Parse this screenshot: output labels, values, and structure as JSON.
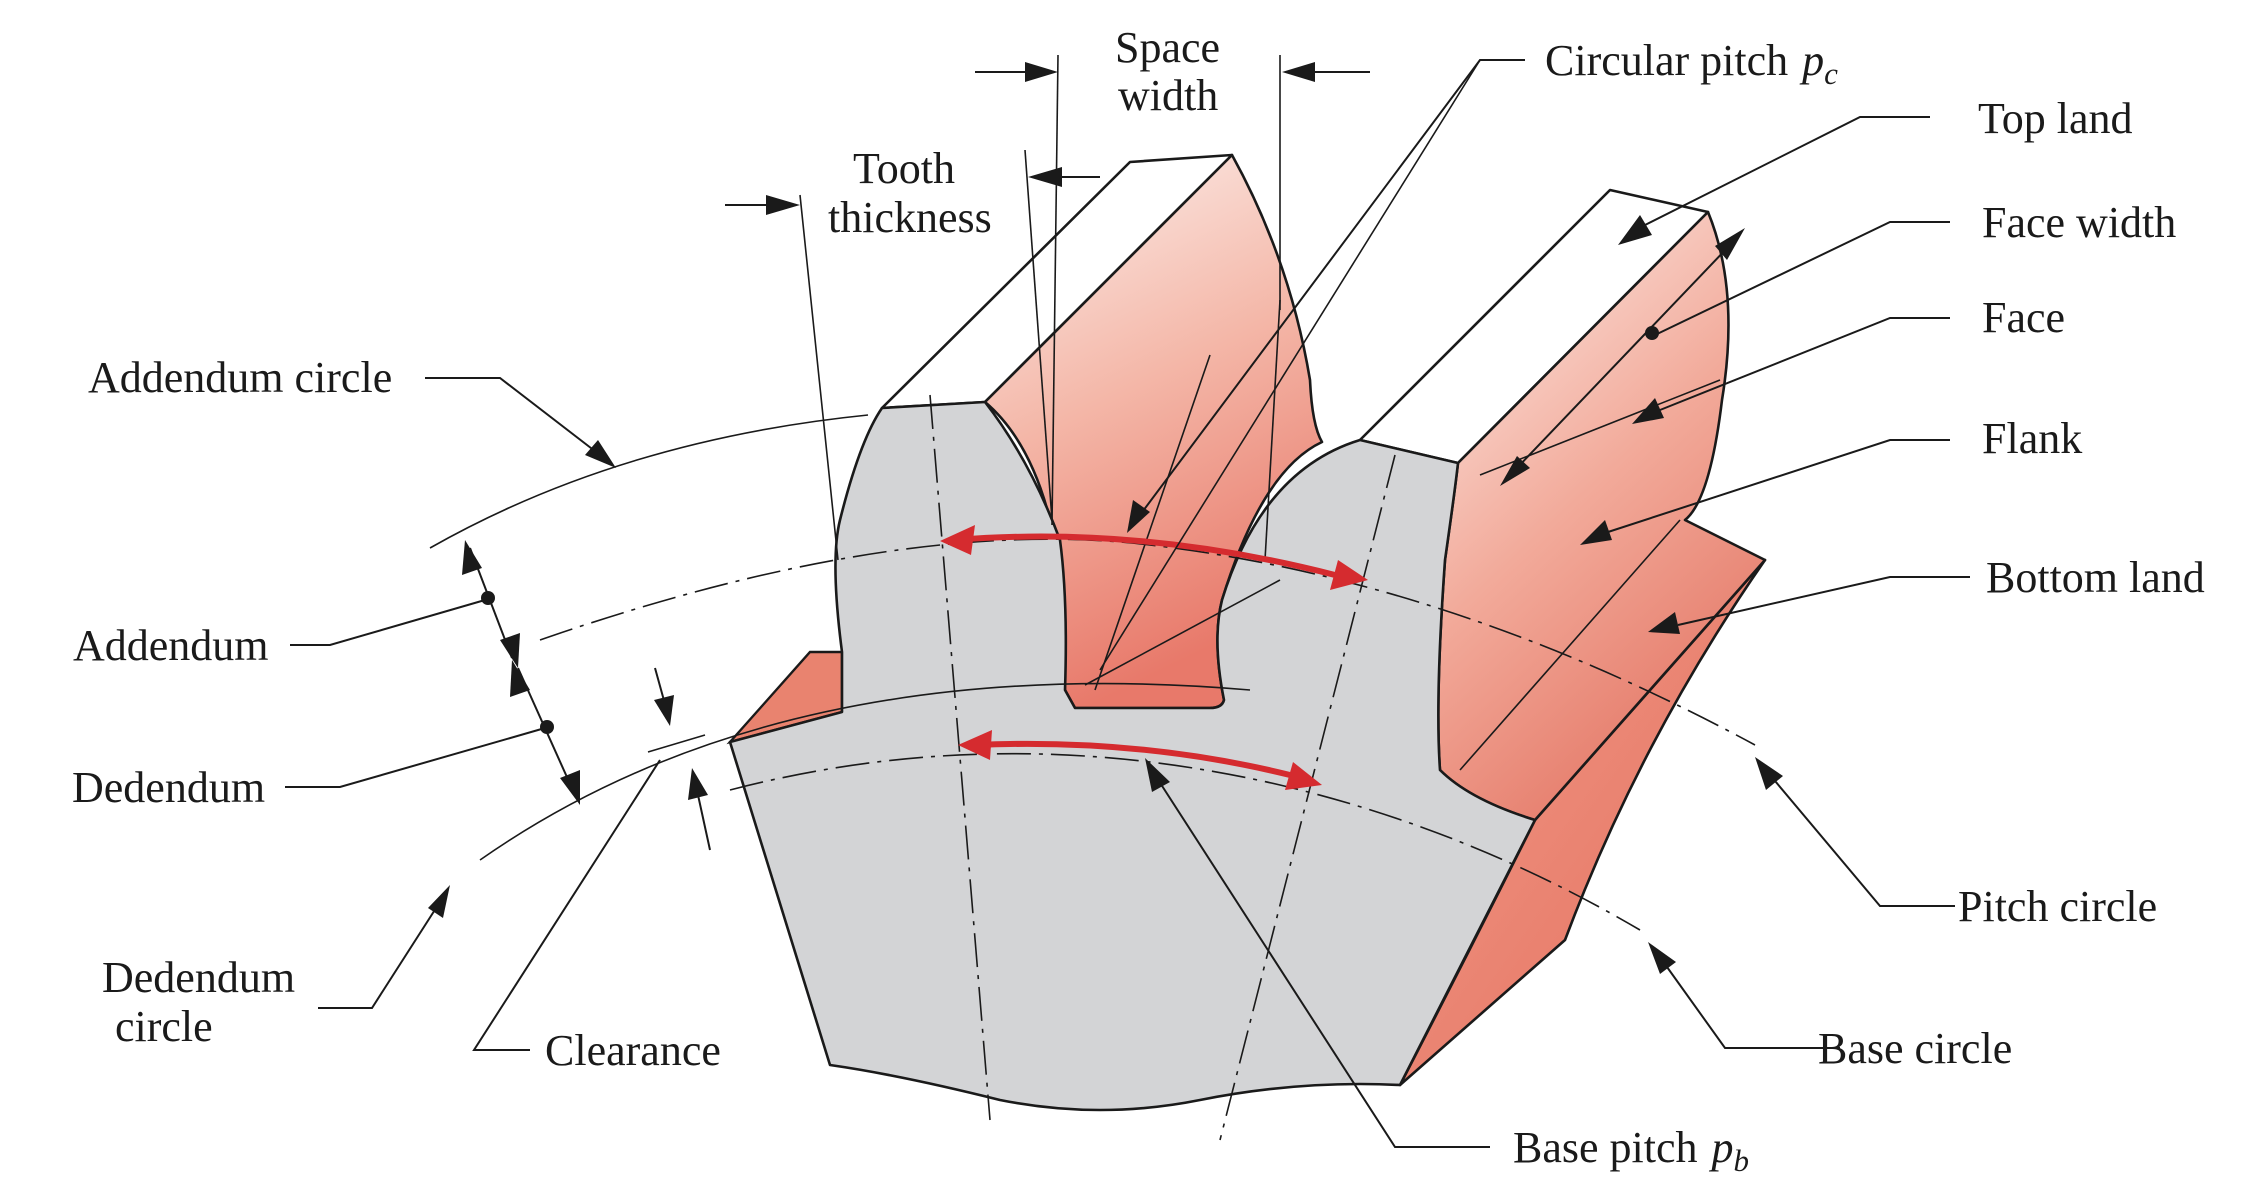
{
  "labels": {
    "space_width_line1": "Space",
    "space_width_line2": "width",
    "tooth_thickness_line1": "Tooth",
    "tooth_thickness_line2": "thickness",
    "circular_pitch": "Circular pitch",
    "circular_pitch_symbol": "p",
    "circular_pitch_subscript": "c",
    "top_land": "Top land",
    "face_width": "Face width",
    "face": "Face",
    "flank": "Flank",
    "bottom_land": "Bottom land",
    "addendum_circle": "Addendum circle",
    "addendum": "Addendum",
    "dedendum": "Dedendum",
    "dedendum_circle_line1": "Dedendum",
    "dedendum_circle_line2": "circle",
    "clearance": "Clearance",
    "pitch_circle": "Pitch circle",
    "base_circle": "Base circle",
    "base_pitch": "Base pitch",
    "base_pitch_symbol": "p",
    "base_pitch_subscript": "b"
  },
  "colors": {
    "gear_front_face": "#d3d4d6",
    "tooth_side_light": "#fbe8e3",
    "tooth_side_dark": "#e8796a",
    "pitch_arrows": "#d52b2f",
    "line_art": "#1a1a1a"
  }
}
